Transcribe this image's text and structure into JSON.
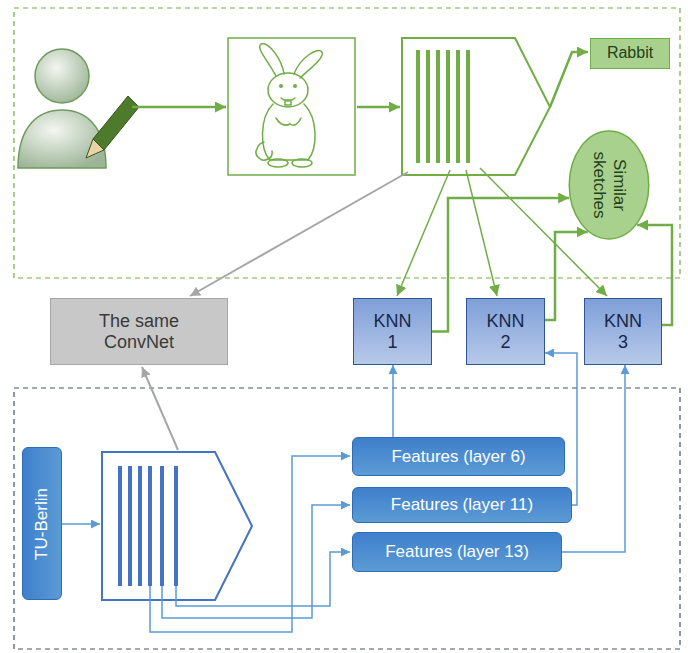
{
  "diagram": {
    "nodes": [
      {
        "text": [
          "Rabbit"
        ]
      },
      {
        "text": [
          "Similar sketches"
        ]
      },
      {
        "text": [
          "The same ConvNet"
        ]
      },
      {
        "text": [
          "KNN 1"
        ]
      },
      {
        "text": [
          "KNN 2"
        ]
      },
      {
        "text": [
          "KNN 3"
        ]
      },
      {
        "text": [
          "TU-Berlin"
        ]
      },
      {
        "text": [
          "Features (layer 6)"
        ]
      },
      {
        "text": [
          "Features (layer 11)"
        ]
      },
      {
        "text": [
          "Features (layer 13)"
        ]
      }
    ],
    "edges": [
      {
        "from": 3,
        "to": 1,
        "arrow": "to"
      },
      {
        "from": 4,
        "to": 1,
        "arrow": "to"
      },
      {
        "from": 5,
        "to": 1,
        "arrow": "to"
      },
      {
        "from": 7,
        "to": 3,
        "arrow": "to"
      },
      {
        "from": 8,
        "to": 4,
        "arrow": "to"
      },
      {
        "from": 9,
        "to": 5,
        "arrow": "to"
      }
    ]
  }
}
